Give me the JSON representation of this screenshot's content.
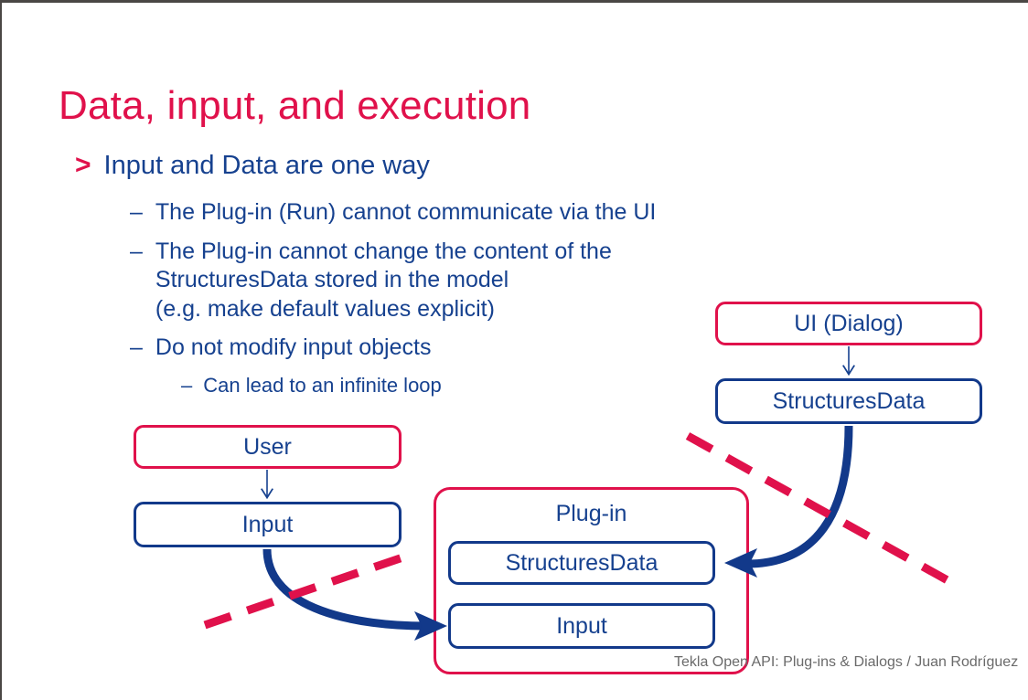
{
  "slide": {
    "title": "Data, input, and execution",
    "footer": "Tekla Open API: Plug-ins & Dialogs / Juan Rodríguez"
  },
  "bullets": {
    "level1": {
      "marker": "chevron-right-marker",
      "text": "Input and Data are one way"
    },
    "level2": [
      {
        "dash": "–",
        "text": "The Plug-in (Run) cannot communicate via the UI"
      },
      {
        "dash": "–",
        "text": "The Plug-in cannot change the content of the\nStructuresData stored in the model\n(e.g. make default values explicit)"
      },
      {
        "dash": "–",
        "text": "Do not modify input objects"
      }
    ],
    "level3": [
      {
        "dash": "–",
        "text": "Can lead to an infinite loop"
      }
    ]
  },
  "diagram": {
    "boxes": {
      "ui_dialog": "UI (Dialog)",
      "structuresdata_right": "StructuresData",
      "user": "User",
      "input_left": "Input",
      "plugin": "Plug-in",
      "structuresdata_plugin": "StructuresData",
      "input_plugin": "Input"
    },
    "connectors": [
      {
        "name": "ui-dialog-to-structuresdata-arrow",
        "style": "thin-arrow",
        "from": "ui_dialog",
        "to": "structuresdata_right"
      },
      {
        "name": "user-to-input-arrow",
        "style": "thin-arrow",
        "from": "user",
        "to": "input_left"
      },
      {
        "name": "structuresdata-to-plugin-structuresdata-arrow",
        "style": "thick-curved-arrow",
        "from": "structuresdata_right",
        "to": "structuresdata_plugin"
      },
      {
        "name": "input-to-plugin-input-arrow",
        "style": "thick-curved-arrow",
        "from": "input_left",
        "to": "input_plugin"
      }
    ],
    "strikes": [
      {
        "name": "strike-right",
        "style": "dashed-line"
      },
      {
        "name": "strike-left",
        "style": "dashed-line"
      }
    ]
  },
  "colors": {
    "crimson": "#e0114b",
    "navy": "#12398a",
    "text_blue": "#16418f",
    "footer_gray": "#6a6a6a",
    "frame": "#4a4745",
    "background": "#ffffff"
  }
}
